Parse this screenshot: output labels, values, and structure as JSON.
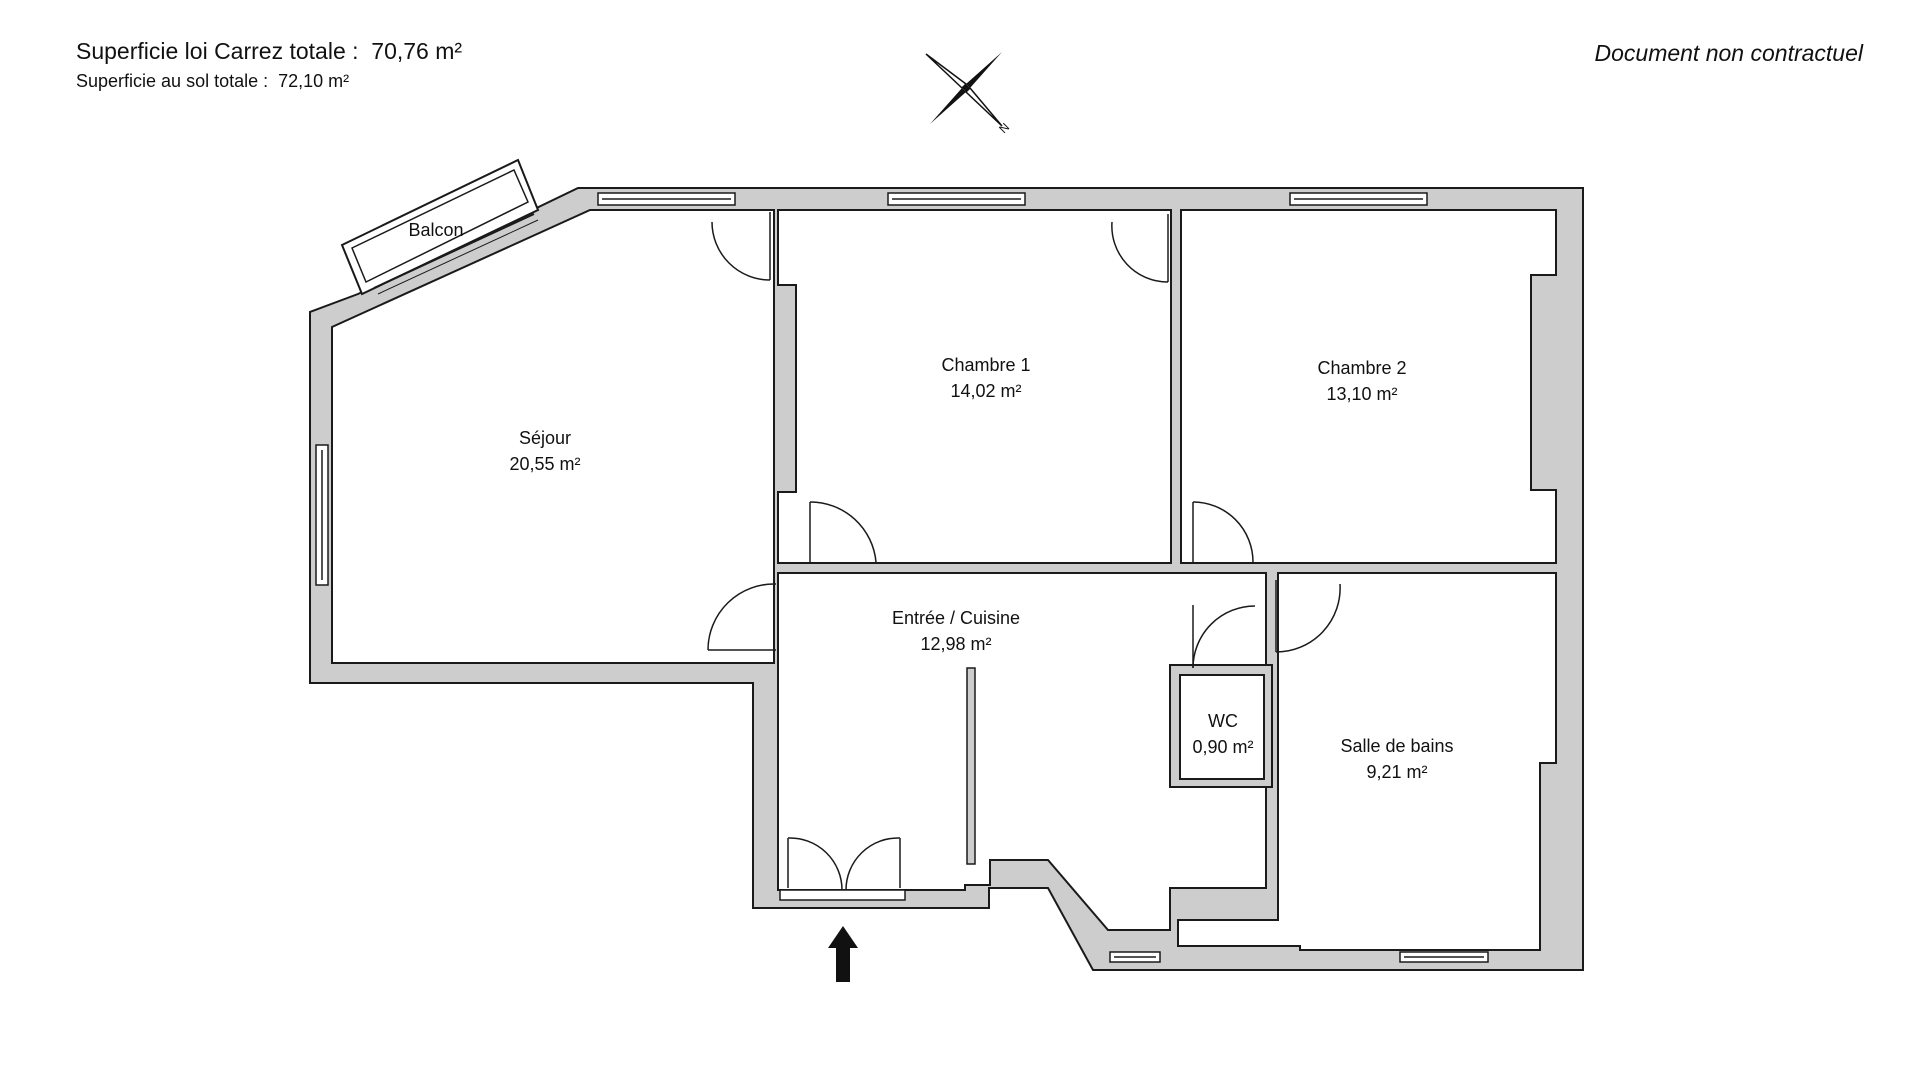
{
  "header": {
    "carrez_label": "Superficie loi Carrez totale :",
    "carrez_value": "70,76 m²",
    "sol_label": "Superficie au sol totale :",
    "sol_value": "72,10 m²",
    "disclaimer": "Document non contractuel"
  },
  "compass": {
    "north_label": "N"
  },
  "rooms": {
    "balcon": {
      "name": "Balcon"
    },
    "sejour": {
      "name": "Séjour",
      "area": "20,55 m²"
    },
    "chambre1": {
      "name": "Chambre 1",
      "area": "14,02 m²"
    },
    "chambre2": {
      "name": "Chambre 2",
      "area": "13,10 m²"
    },
    "entree": {
      "name": "Entrée / Cuisine",
      "area": "12,98 m²"
    },
    "wc": {
      "name": "WC",
      "area": "0,90 m²"
    },
    "sdb": {
      "name": "Salle de bains",
      "area": "9,21 m²"
    }
  },
  "colors": {
    "wall": "#cdcdcd",
    "line": "#1a1a1a"
  }
}
